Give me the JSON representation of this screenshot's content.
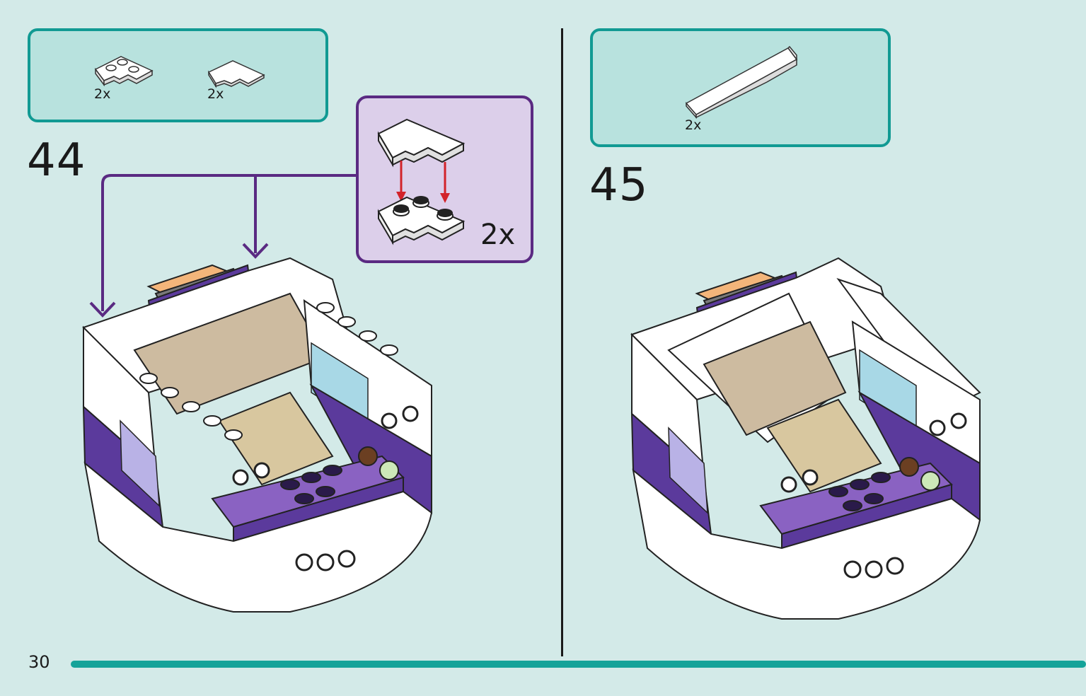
{
  "page": {
    "number": "30"
  },
  "step44": {
    "number": "44",
    "parts": [
      {
        "qty": "2x",
        "icon": "corner-plate-icon"
      },
      {
        "qty": "2x",
        "icon": "corner-tile-icon"
      }
    ],
    "subassembly": {
      "qty": "2x"
    }
  },
  "step45": {
    "number": "45",
    "parts": [
      {
        "qty": "2x",
        "icon": "wedge-slope-icon"
      }
    ]
  },
  "colors": {
    "background": "#d3eae8",
    "parts_box_border": "#119a93",
    "parts_box_fill": "#b8e2de",
    "subassembly_border": "#5a2a82",
    "subassembly_fill": "#dccfea",
    "arrow": "#5a2a82",
    "red_arrow": "#d2232a",
    "brick_purple": "#5b3a9c",
    "brick_lavender": "#8a62c2"
  }
}
